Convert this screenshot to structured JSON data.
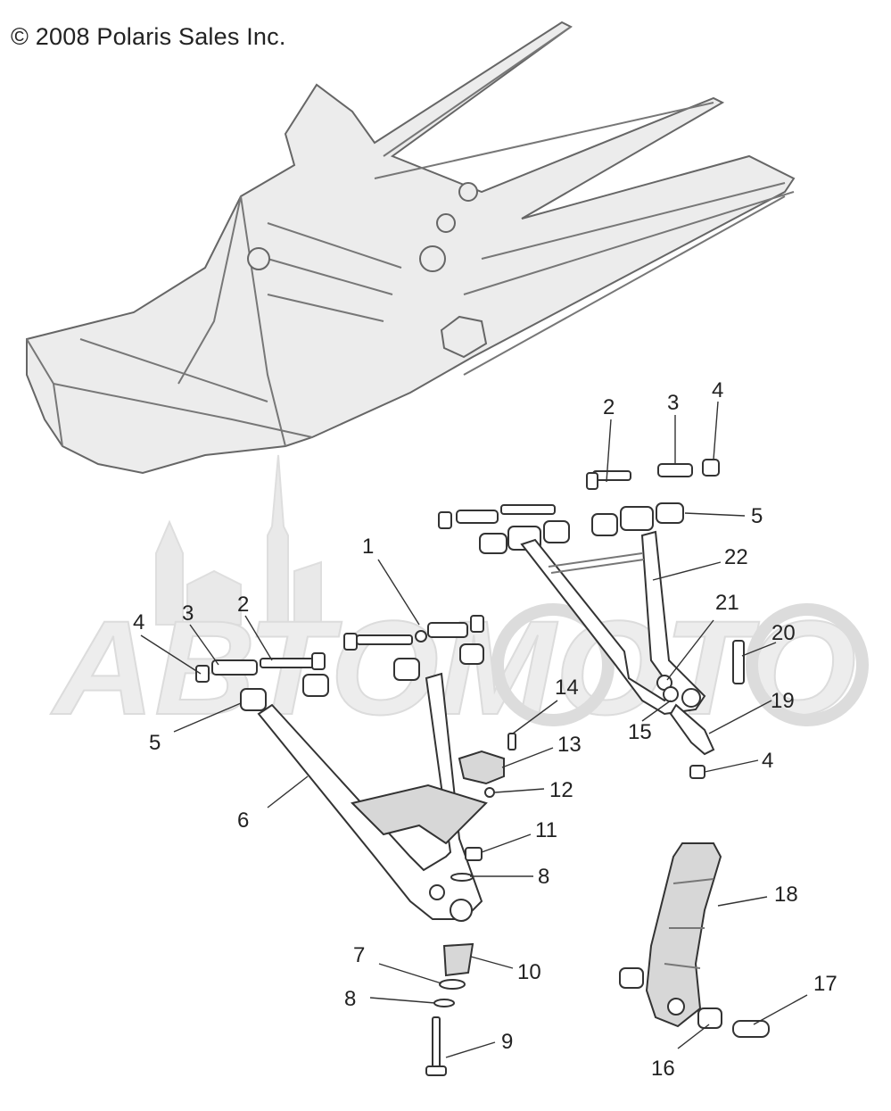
{
  "copyright": "© 2008 Polaris Sales Inc.",
  "watermark": {
    "text": "АВТОМОТО"
  },
  "callouts": [
    {
      "id": "c1",
      "label": "1"
    },
    {
      "id": "c2a",
      "label": "2"
    },
    {
      "id": "c3a",
      "label": "3"
    },
    {
      "id": "c4a",
      "label": "4"
    },
    {
      "id": "c2b",
      "label": "2"
    },
    {
      "id": "c3b",
      "label": "3"
    },
    {
      "id": "c4b",
      "label": "4"
    },
    {
      "id": "c5a",
      "label": "5"
    },
    {
      "id": "c5b",
      "label": "5"
    },
    {
      "id": "c6",
      "label": "6"
    },
    {
      "id": "c7",
      "label": "7"
    },
    {
      "id": "c8a",
      "label": "8"
    },
    {
      "id": "c8b",
      "label": "8"
    },
    {
      "id": "c9",
      "label": "9"
    },
    {
      "id": "c10",
      "label": "10"
    },
    {
      "id": "c11",
      "label": "11"
    },
    {
      "id": "c12",
      "label": "12"
    },
    {
      "id": "c13",
      "label": "13"
    },
    {
      "id": "c14",
      "label": "14"
    },
    {
      "id": "c15",
      "label": "15"
    },
    {
      "id": "c16",
      "label": "16"
    },
    {
      "id": "c17",
      "label": "17"
    },
    {
      "id": "c18",
      "label": "18"
    },
    {
      "id": "c19",
      "label": "19"
    },
    {
      "id": "c20",
      "label": "20"
    },
    {
      "id": "c21",
      "label": "21"
    },
    {
      "id": "c22",
      "label": "22"
    },
    {
      "id": "c4c",
      "label": "4"
    }
  ]
}
